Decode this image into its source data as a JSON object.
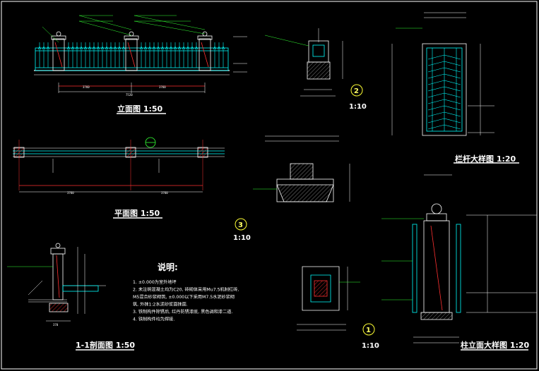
{
  "colors": {
    "background": "#000000",
    "cyan": "#00ffff",
    "white": "#ffffff",
    "red": "#ff3030",
    "green": "#33ff33",
    "yellow": "#ffff33"
  },
  "titles": {
    "elevation": "立面图 1:50",
    "plan": "平面图 1:50",
    "section": "1-1剖面图 1:50",
    "railing_detail": "栏杆大样图 1:20",
    "column_detail": "柱立面大样图 1:20"
  },
  "markers": {
    "m2": {
      "num": "2",
      "scale": "1:10"
    },
    "m3": {
      "num": "3",
      "scale": "1:10"
    },
    "m1": {
      "num": "1",
      "scale": "1:10"
    }
  },
  "notes": {
    "heading": "说明:",
    "lines": [
      "1. ±0.000为室外地坪",
      "2. 未注明混凝土均为C20, 砖砌体采用Mu7.5机制红砖,",
      "   M5混合砂浆砌筑, ±0.000以下采用M7.5水泥砂浆砌",
      "   筑, 外抹1:2水泥砂浆面抹面.",
      "3. 铁制构件除锈后, 红丹防锈漆底, 黑色调和漆二道.",
      "4. 铁制构件均为焊接."
    ]
  },
  "dims": {
    "e1": "3760",
    "e2": "3760",
    "e3": "7520",
    "p1": "3760",
    "p2": "3760",
    "s1": "370"
  }
}
